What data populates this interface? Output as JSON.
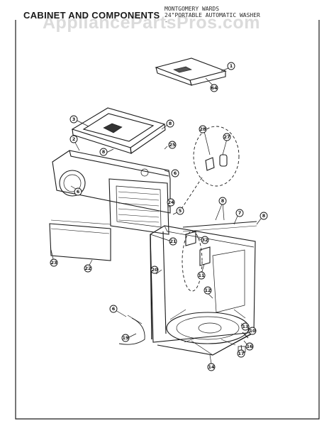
{
  "title": "CABINET AND COMPONENTS",
  "subtitle_line1": "MONTGOMERY WARDS",
  "subtitle_line2": "24\"PORTABLE AUTOMATIC WASHER",
  "subtitle_line3": "-",
  "watermark": "AppliancePartsPros.com",
  "callouts": {
    "c1": "1",
    "c64": "64",
    "c3": "3",
    "c8a": "8",
    "c2": "2",
    "c25": "25",
    "c8b": "8",
    "c6a": "6",
    "c6b": "6",
    "c28": "28",
    "c27": "27",
    "c8c": "8",
    "c7": "7",
    "c8d": "8",
    "c24": "24",
    "c5": "5",
    "c32": "32",
    "c21": "21",
    "c23": "23",
    "c22": "22",
    "c11": "11",
    "c20": "20",
    "c12": "12",
    "c6c": "6",
    "c19": "19",
    "c13": "13",
    "c10": "10",
    "c16": "16",
    "c17": "17",
    "c14": "14"
  }
}
